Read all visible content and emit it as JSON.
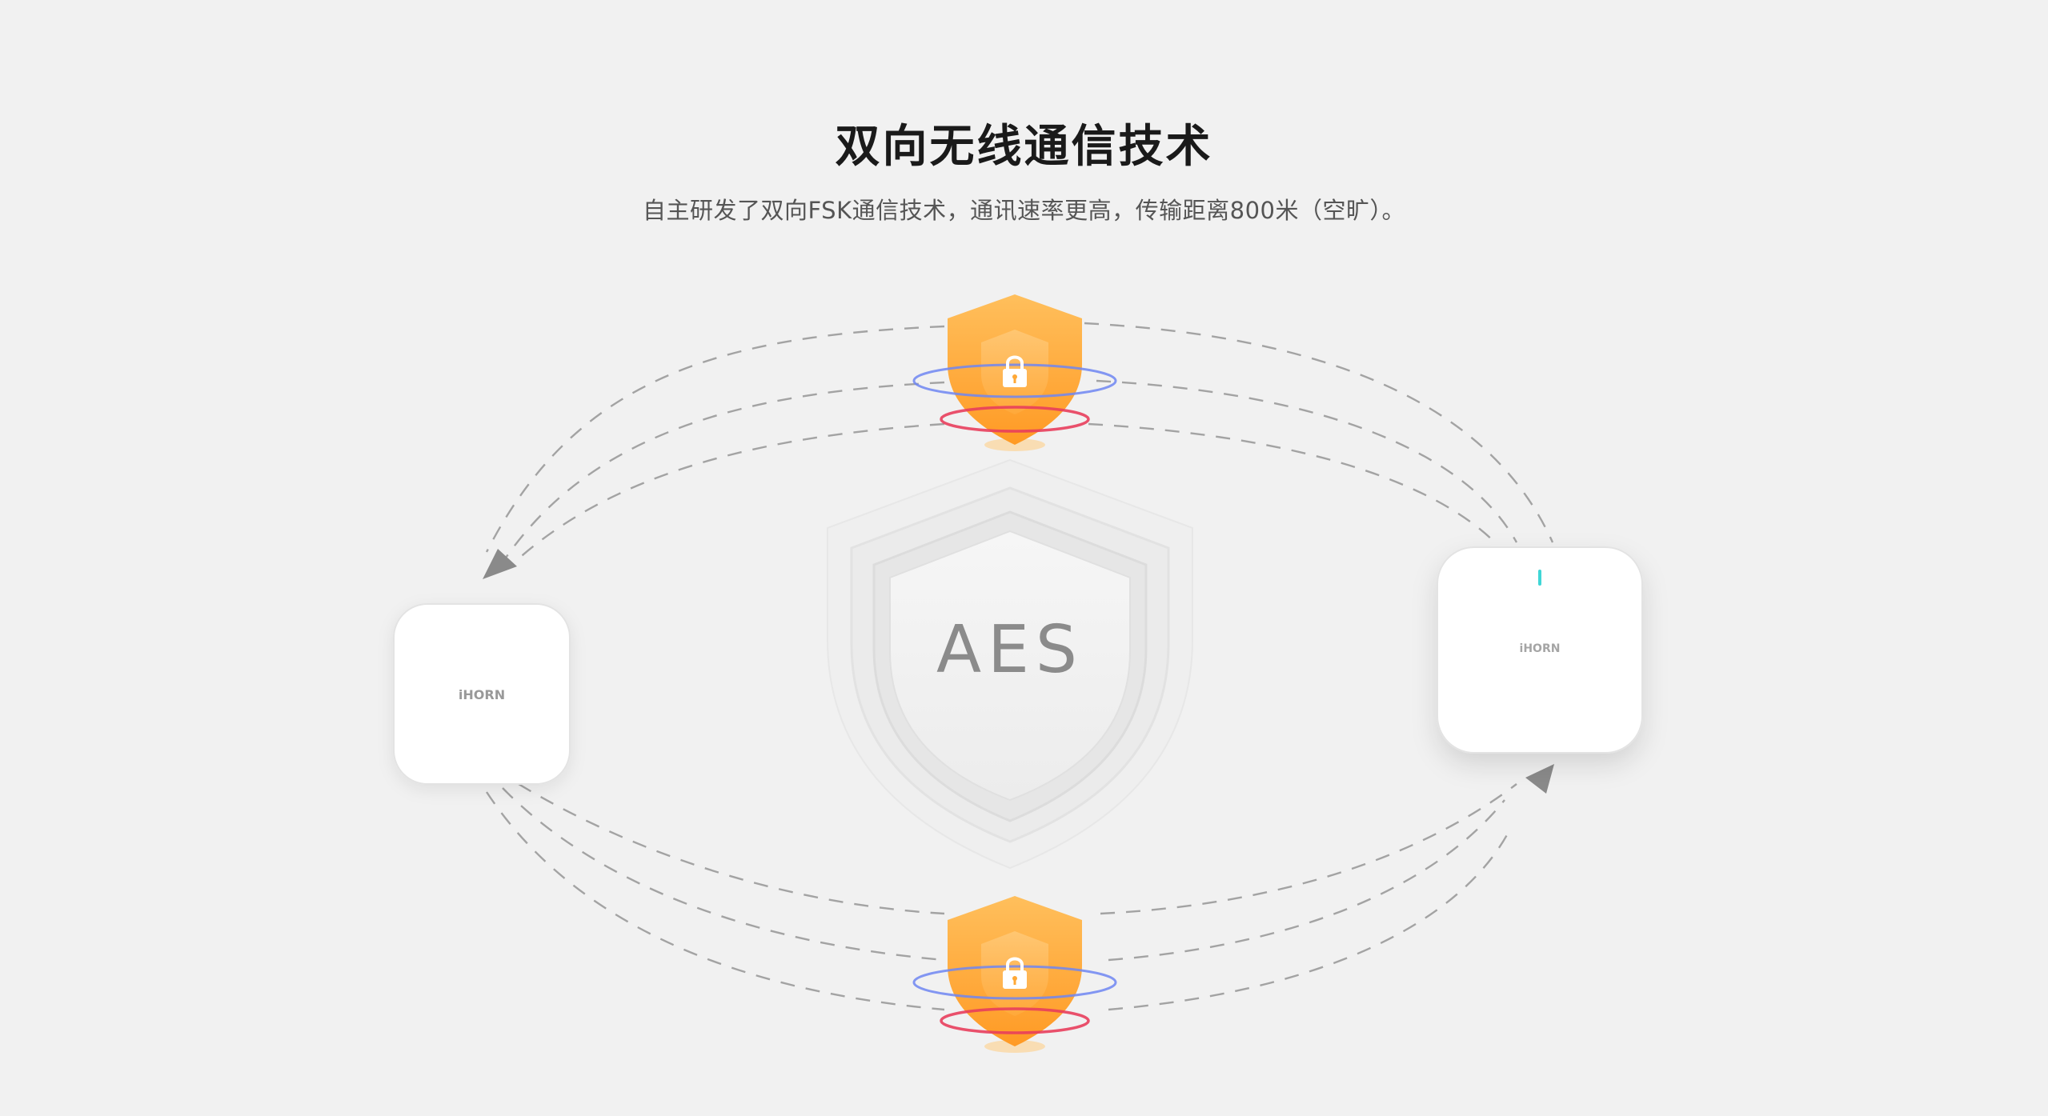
{
  "header": {
    "title": "双向无线通信技术",
    "subtitle": "自主研发了双向FSK通信技术，通讯速率更高，传输距离800米（空旷）。"
  },
  "center_shield": {
    "label": "AES"
  },
  "devices": {
    "left": {
      "brand": "iHORN"
    },
    "right": {
      "brand": "iHORN"
    }
  },
  "colors": {
    "lock_shield": "#ffa836",
    "ring_blue": "#6f86f2",
    "ring_red": "#e83e5c",
    "status_led": "#3fd6d6",
    "dash_line": "#9a9a9a"
  }
}
